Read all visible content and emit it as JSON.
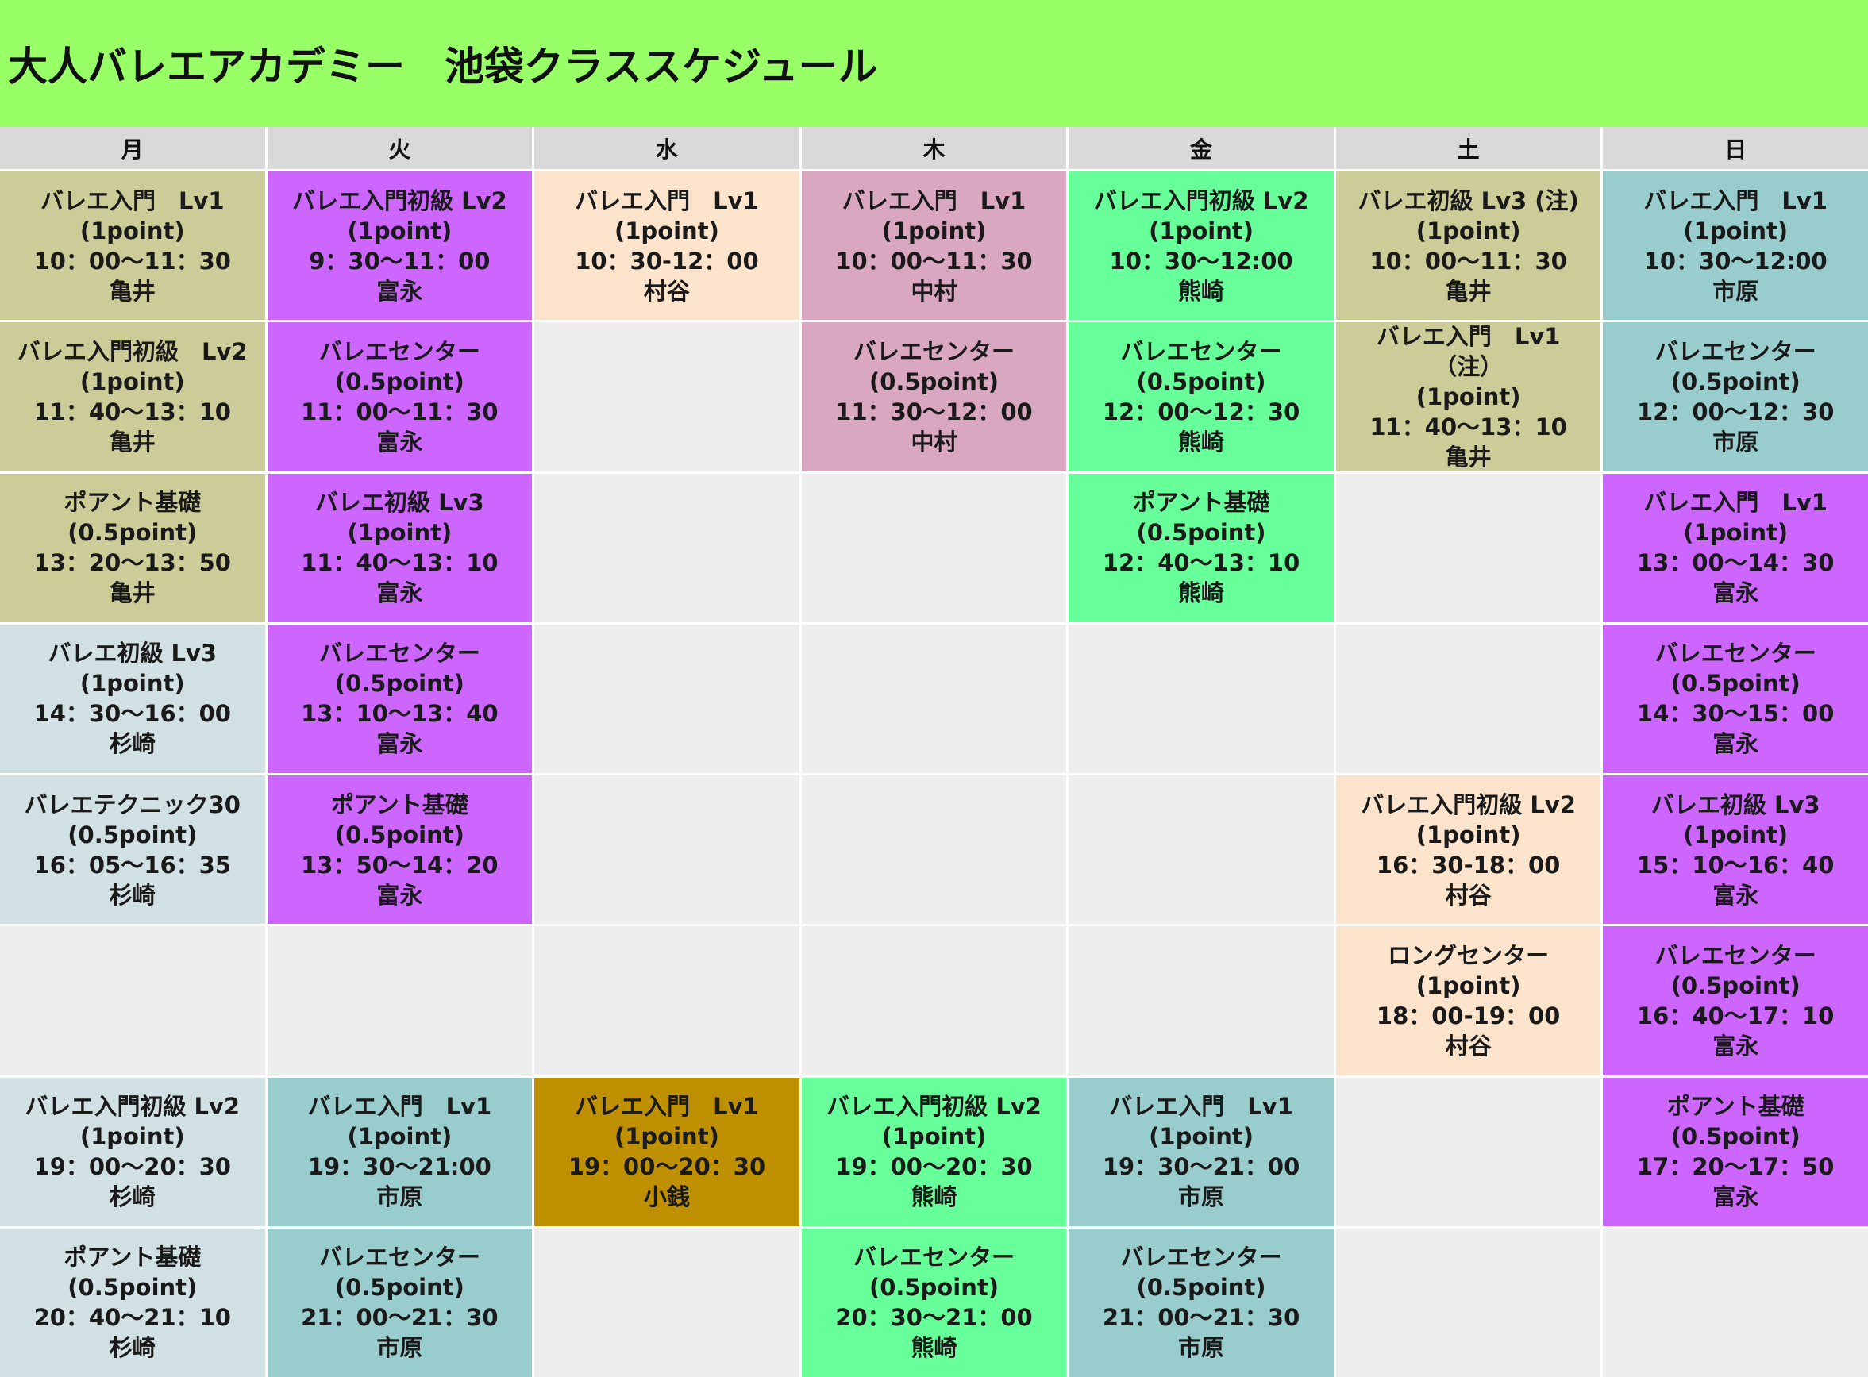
{
  "title": "大人バレエアカデミー　池袋クラススケジュール",
  "colors": {
    "title_bg": "#99ff66",
    "header_bg": "#d9d9d9",
    "empty": "#eeeeee",
    "olive": "#cccc99",
    "purple": "#cc66ff",
    "peach": "#fce4cc",
    "pink": "#d9a8c0",
    "green": "#66ff99",
    "teal": "#99cccc",
    "lightblue": "#d0e0e3",
    "gold": "#bf9000"
  },
  "days": [
    "月",
    "火",
    "水",
    "木",
    "金",
    "土",
    "日"
  ],
  "rows": [
    [
      {
        "color": "olive",
        "lines": [
          "バレエ入門　Lv1",
          "(1point)",
          "10：00〜11：30",
          "亀井"
        ]
      },
      {
        "color": "purple",
        "lines": [
          "バレエ入門初級 Lv2",
          "(1point)",
          "9：30〜11：00",
          "富永"
        ]
      },
      {
        "color": "peach",
        "lines": [
          "バレエ入門　Lv1",
          "(1point)",
          "10：30-12：00",
          "村谷"
        ]
      },
      {
        "color": "pink",
        "lines": [
          "バレエ入門　Lv1",
          "(1point)",
          "10：00〜11：30",
          "中村"
        ]
      },
      {
        "color": "green",
        "lines": [
          "バレエ入門初級 Lv2",
          "(1point)",
          "10：30〜12:00",
          "熊崎"
        ]
      },
      {
        "color": "olive",
        "lines": [
          "バレエ初級 Lv3 (注)",
          "(1point)",
          "10：00〜11：30",
          "亀井"
        ]
      },
      {
        "color": "teal",
        "lines": [
          "バレエ入門　Lv1",
          "(1point)",
          "10：30〜12:00",
          "市原"
        ]
      }
    ],
    [
      {
        "color": "olive",
        "lines": [
          "バレエ入門初級　Lv2",
          "(1point)",
          "11：40〜13：10",
          "亀井"
        ]
      },
      {
        "color": "purple",
        "lines": [
          "バレエセンター",
          "(0.5point)",
          "11：00〜11：30",
          "富永"
        ]
      },
      {
        "color": "empty",
        "lines": []
      },
      {
        "color": "pink",
        "lines": [
          "バレエセンター",
          "(0.5point)",
          "11：30〜12：00",
          "中村"
        ]
      },
      {
        "color": "green",
        "lines": [
          "バレエセンター",
          "(0.5point)",
          "12：00〜12：30",
          "熊崎"
        ]
      },
      {
        "color": "olive",
        "lines": [
          "バレエ入門　Lv1",
          "（注）",
          "(1point)",
          "11：40〜13：10",
          "亀井"
        ]
      },
      {
        "color": "teal",
        "lines": [
          "バレエセンター",
          "(0.5point)",
          "12：00〜12：30",
          "市原"
        ]
      }
    ],
    [
      {
        "color": "olive",
        "lines": [
          "ポアント基礎",
          "(0.5point)",
          "13：20〜13：50",
          "亀井"
        ]
      },
      {
        "color": "purple",
        "lines": [
          "バレエ初級 Lv3",
          "(1point)",
          "11：40〜13：10",
          "富永"
        ]
      },
      {
        "color": "empty",
        "lines": []
      },
      {
        "color": "empty",
        "lines": []
      },
      {
        "color": "green",
        "lines": [
          "ポアント基礎",
          "(0.5point)",
          "12：40〜13：10",
          "熊崎"
        ]
      },
      {
        "color": "empty",
        "lines": []
      },
      {
        "color": "purple",
        "lines": [
          "バレエ入門　Lv1",
          "(1point)",
          "13：00〜14：30",
          "富永"
        ]
      }
    ],
    [
      {
        "color": "lightblue",
        "lines": [
          "バレエ初級 Lv3",
          "(1point)",
          "14：30〜16：00",
          "杉崎"
        ]
      },
      {
        "color": "purple",
        "lines": [
          "バレエセンター",
          "(0.5point)",
          "13：10〜13：40",
          "富永"
        ]
      },
      {
        "color": "empty",
        "lines": []
      },
      {
        "color": "empty",
        "lines": []
      },
      {
        "color": "empty",
        "lines": []
      },
      {
        "color": "empty",
        "lines": []
      },
      {
        "color": "purple",
        "lines": [
          "バレエセンター",
          "(0.5point)",
          "14：30〜15：00",
          "富永"
        ]
      }
    ],
    [
      {
        "color": "lightblue",
        "lines": [
          "バレエテクニック30",
          "(0.5point)",
          "16：05〜16：35",
          "杉崎"
        ]
      },
      {
        "color": "purple",
        "lines": [
          "ポアント基礎",
          "(0.5point)",
          "13：50〜14：20",
          "富永"
        ]
      },
      {
        "color": "empty",
        "lines": []
      },
      {
        "color": "empty",
        "lines": []
      },
      {
        "color": "empty",
        "lines": []
      },
      {
        "color": "peach",
        "lines": [
          "バレエ入門初級 Lv2",
          "(1point)",
          "16：30-18：00",
          "村谷"
        ]
      },
      {
        "color": "purple",
        "lines": [
          "バレエ初級 Lv3",
          "(1point)",
          "15：10〜16：40",
          "富永"
        ]
      }
    ],
    [
      {
        "color": "empty",
        "lines": []
      },
      {
        "color": "empty",
        "lines": []
      },
      {
        "color": "empty",
        "lines": []
      },
      {
        "color": "empty",
        "lines": []
      },
      {
        "color": "empty",
        "lines": []
      },
      {
        "color": "peach",
        "lines": [
          "ロングセンター",
          "(1point)",
          "18：00-19：00",
          "村谷"
        ]
      },
      {
        "color": "purple",
        "lines": [
          "バレエセンター",
          "(0.5point)",
          "16：40〜17：10",
          "富永"
        ]
      }
    ],
    [
      {
        "color": "lightblue",
        "lines": [
          "バレエ入門初級 Lv2",
          "(1point)",
          "19：00〜20：30",
          "杉崎"
        ]
      },
      {
        "color": "teal",
        "lines": [
          "バレエ入門　Lv1",
          "(1point)",
          "19：30〜21:00",
          "市原"
        ]
      },
      {
        "color": "gold",
        "lines": [
          "バレエ入門　Lv1",
          "(1point)",
          "19：00〜20：30",
          "小銭"
        ]
      },
      {
        "color": "green",
        "lines": [
          "バレエ入門初級 Lv2",
          "(1point)",
          "19：00〜20：30",
          "熊崎"
        ]
      },
      {
        "color": "teal",
        "lines": [
          "バレエ入門　Lv1",
          "(1point)",
          "19：30〜21：00",
          "市原"
        ]
      },
      {
        "color": "empty",
        "lines": []
      },
      {
        "color": "purple",
        "lines": [
          "ポアント基礎",
          "(0.5point)",
          "17：20〜17：50",
          "富永"
        ]
      }
    ],
    [
      {
        "color": "lightblue",
        "lines": [
          "ポアント基礎",
          "(0.5point)",
          "20：40〜21：10",
          "杉崎"
        ]
      },
      {
        "color": "teal",
        "lines": [
          "バレエセンター",
          "(0.5point)",
          "21：00〜21：30",
          "市原"
        ]
      },
      {
        "color": "empty",
        "lines": []
      },
      {
        "color": "green",
        "lines": [
          "バレエセンター",
          "(0.5point)",
          "20：30〜21：00",
          "熊崎"
        ]
      },
      {
        "color": "teal",
        "lines": [
          "バレエセンター",
          "(0.5point)",
          "21：00〜21：30",
          "市原"
        ]
      },
      {
        "color": "empty",
        "lines": []
      },
      {
        "color": "empty",
        "lines": []
      }
    ]
  ]
}
